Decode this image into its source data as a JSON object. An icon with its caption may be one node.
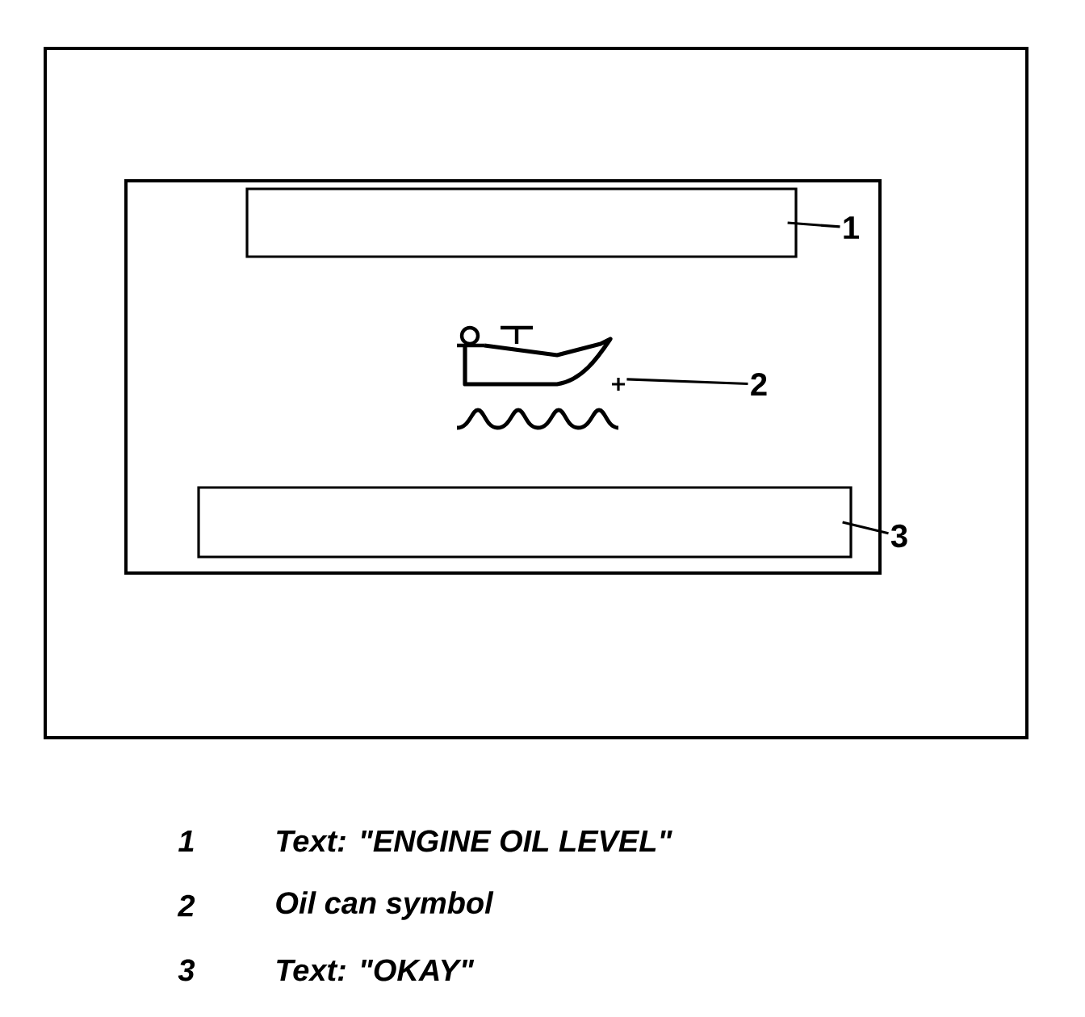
{
  "diagram": {
    "nodes": [
      {
        "text": [],
        "shape": "box"
      },
      {
        "text": [],
        "shape": "box",
        "in": 0
      },
      {
        "text": [],
        "shape": "box",
        "in": 1
      },
      {
        "text": [],
        "shape": "picture",
        "in": 1
      },
      {
        "text": [],
        "shape": "box",
        "in": 1
      },
      {
        "text": [
          "1"
        ],
        "in": 1
      },
      {
        "text": [
          "2"
        ],
        "in": 1
      },
      {
        "text": [
          "3"
        ],
        "in": 0
      }
    ],
    "edges": [
      {
        "from": 5,
        "to": 2,
        "arrow": "none"
      },
      {
        "from": 6,
        "to": 3,
        "arrow": "none"
      },
      {
        "from": 7,
        "to": 4,
        "arrow": "none"
      }
    ],
    "labels": [
      "1",
      "Text: \"ENGINE OIL LEVEL\"",
      "2",
      "Oil can symbol",
      "3",
      "Text: \"OKAY\""
    ]
  }
}
